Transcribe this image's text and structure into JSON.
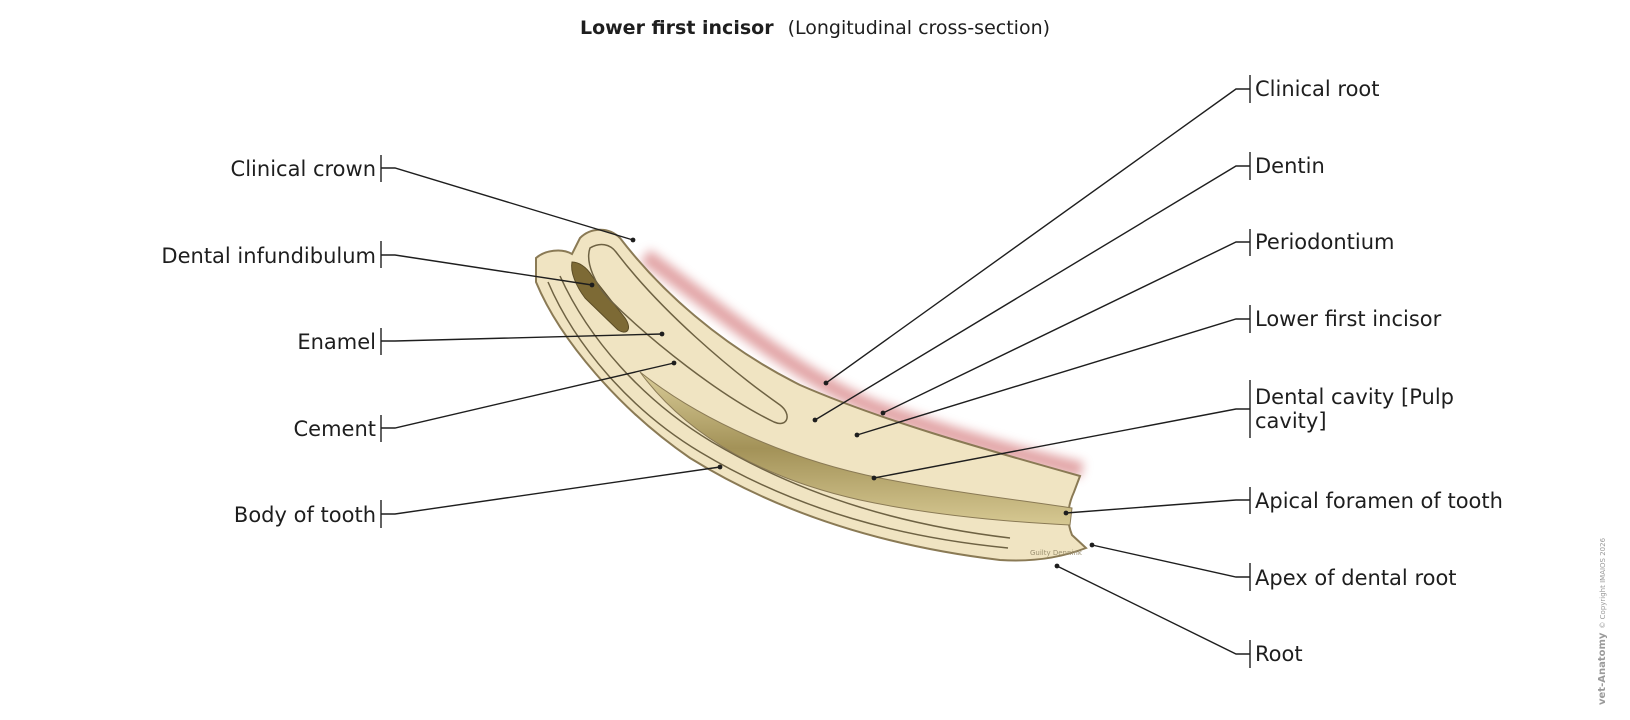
{
  "title": {
    "main": "Lower first incisor",
    "sub": "(Longitudinal cross-section)"
  },
  "labels_left": {
    "clinical_crown": "Clinical crown",
    "dental_infundibulum": "Dental infundibulum",
    "enamel": "Enamel",
    "cement": "Cement",
    "body_of_tooth": "Body of tooth"
  },
  "labels_right": {
    "clinical_root": "Clinical root",
    "dentin": "Dentin",
    "periodontium": "Periodontium",
    "lower_first_incisor": "Lower first incisor",
    "dental_cavity_line1": "Dental cavity [Pulp",
    "dental_cavity_line2": "cavity]",
    "apical_foramen": "Apical foramen of tooth",
    "apex_dental_root": "Apex of dental root",
    "root": "Root"
  },
  "watermark": {
    "brand": "vet-Anatomy",
    "copyright": "© Copyright IMAIOS 2026"
  },
  "colors": {
    "tooth_fill": "#f0e4c2",
    "tooth_outline": "#8a7a55",
    "pulp": "#b0a068",
    "gum": "#d9888a",
    "leader": "#1e1e1e"
  }
}
